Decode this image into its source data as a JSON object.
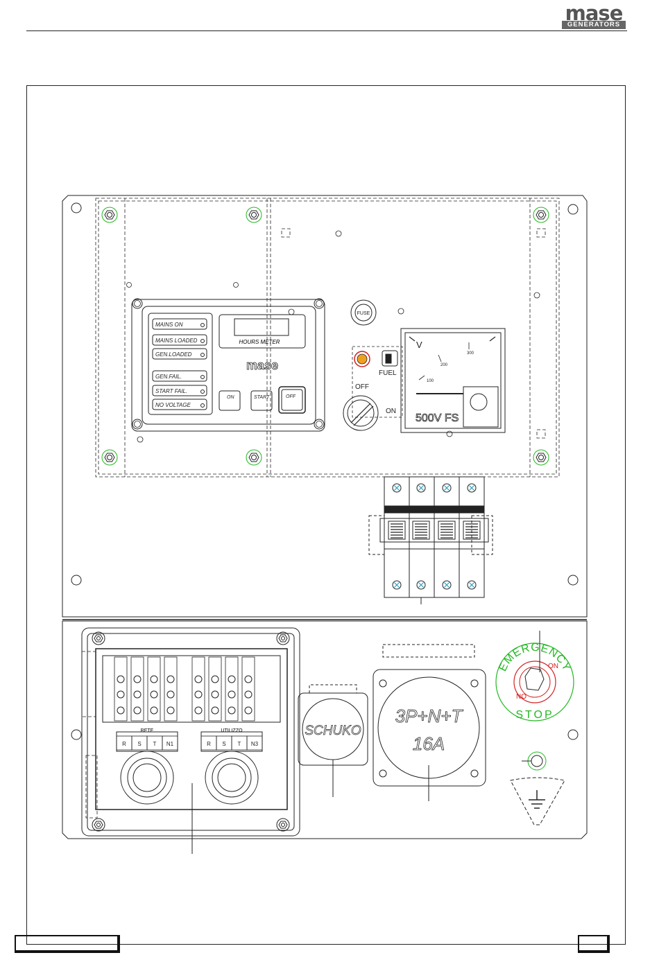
{
  "header": {
    "brand": "mase",
    "brand_sub": "GENERATORS"
  },
  "control_panel": {
    "status_lights": [
      "MAINS ON",
      "MAINS LOADED",
      "GEN.LOADED",
      "GEN.FAIL.",
      "START FAIL.",
      "NO VOLTAGE"
    ],
    "hours_meter": "HOURS METER",
    "panel_logo": "mase",
    "buttons": {
      "on": "ON",
      "start": "START",
      "off": "OFF"
    },
    "fuse": "FUSE",
    "fuel": "FUEL",
    "key_off": "OFF",
    "key_on": "ON"
  },
  "voltmeter": {
    "unit": "V",
    "ticks": [
      "100",
      "200",
      "300"
    ],
    "full_scale": "500V FS"
  },
  "terminals": {
    "rete_label": "RETE",
    "rete": [
      "R",
      "S",
      "T",
      "N1"
    ],
    "utilizzo_label": "UTILIZZO",
    "utilizzo": [
      "R",
      "S",
      "T",
      "N3"
    ]
  },
  "sockets": {
    "schuko": "SCHUKO",
    "three_phase_line1": "3P+N+T",
    "three_phase_line2": "16A"
  },
  "emergency": {
    "top": "EMERGENCY",
    "bottom": "STOP",
    "on": "ON",
    "no": "NO"
  },
  "colors": {
    "line": "#222222",
    "green": "#22b822",
    "red": "#d42020",
    "lamp": "#f0a020"
  }
}
